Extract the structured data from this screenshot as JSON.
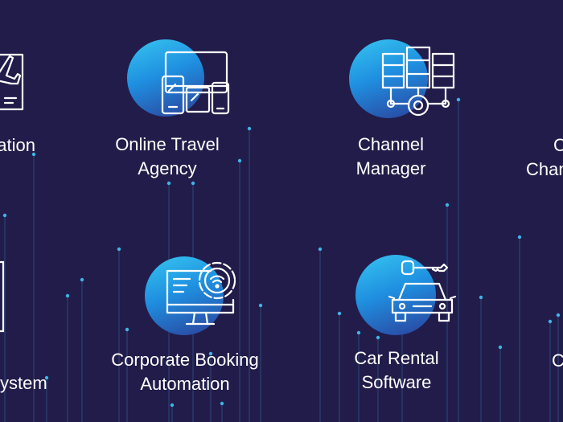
{
  "colors": {
    "background": "#221c4a",
    "circle_light": "#36c6f0",
    "circle_dark": "#2b3f9a",
    "line": "#3a7fb8",
    "dot": "#3fb4e6",
    "text": "#ffffff"
  },
  "services": [
    {
      "id": "reservation",
      "icon": "airplane-clipboard-icon",
      "lines": [
        "ation"
      ]
    },
    {
      "id": "ota",
      "icon": "devices-icon",
      "lines": [
        "Online Travel",
        "Agency"
      ]
    },
    {
      "id": "channel",
      "icon": "servers-gear-icon",
      "lines": [
        "Channel",
        "Manager"
      ]
    },
    {
      "id": "channel-partial",
      "icon": "",
      "lines": [
        "C",
        "Chan"
      ]
    },
    {
      "id": "system-partial",
      "icon": "panel-icon",
      "lines": [
        "ystem"
      ]
    },
    {
      "id": "corporate",
      "icon": "monitor-gear-icon",
      "lines": [
        "Corporate Booking",
        "Automation"
      ]
    },
    {
      "id": "car-rental",
      "icon": "car-key-icon",
      "lines": [
        "Car Rental",
        "Software"
      ]
    },
    {
      "id": "partial-right",
      "icon": "",
      "lines": [
        "C"
      ]
    }
  ]
}
